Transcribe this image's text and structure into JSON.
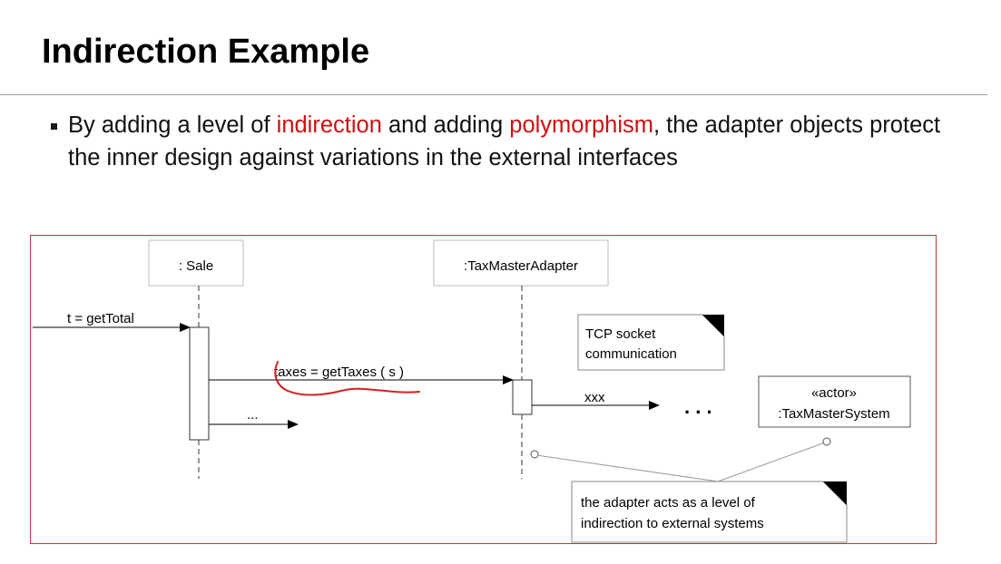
{
  "slide": {
    "title": "Indirection Example",
    "bullet": {
      "part1": "By adding a level of ",
      "highlight1": "indirection",
      "part2": " and adding ",
      "highlight2": "polymorphism",
      "part3": ", the adapter objects protect the inner design against variations in the external interfaces"
    }
  },
  "diagram": {
    "lifelines": {
      "sale": ": Sale",
      "adapter": ":TaxMasterAdapter",
      "system_stereotype": "«actor»",
      "system_name": ":TaxMasterSystem"
    },
    "messages": {
      "get_total": "t = getTotal",
      "get_taxes": "taxes = getTaxes ( s )",
      "continuation": "...",
      "xxx": "xxx",
      "ellipsis": ". . ."
    },
    "notes": {
      "tcp_line1": "TCP socket",
      "tcp_line2": "communication",
      "adapter_line1": "the adapter acts as a level of",
      "adapter_line2": "indirection to external systems"
    },
    "colors": {
      "frame": "#c0373a",
      "annotation": "#d42020"
    }
  }
}
